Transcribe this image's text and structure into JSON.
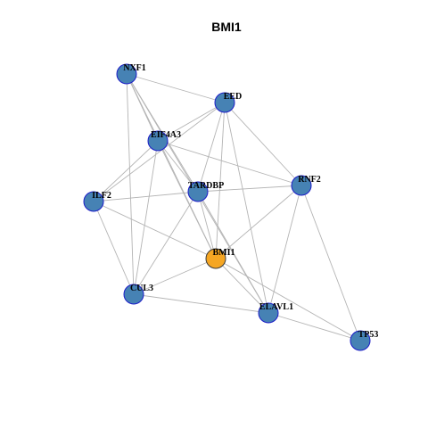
{
  "title": "BMI1",
  "colors": {
    "node_fill": "#4682B4",
    "node_stroke": "#1C1CC8",
    "focus_fill": "#F5A623",
    "focus_stroke": "#3A3A3A",
    "edge": "#B4B4B4"
  },
  "network": {
    "focus": "BMI1",
    "nodes": [
      {
        "id": "NXF1",
        "label": "NXF1"
      },
      {
        "id": "EED",
        "label": "EED"
      },
      {
        "id": "EIF4A3",
        "label": "EIF4A3"
      },
      {
        "id": "RNF2",
        "label": "RNF2"
      },
      {
        "id": "TARDBP",
        "label": "TARDBP"
      },
      {
        "id": "ILF2",
        "label": "ILF2"
      },
      {
        "id": "BMI1",
        "label": "BMI1"
      },
      {
        "id": "CUL3",
        "label": "CUL3"
      },
      {
        "id": "ELAVL1",
        "label": "ELAVL1"
      },
      {
        "id": "TP53",
        "label": "TP53"
      }
    ],
    "edges": [
      [
        "NXF1",
        "EED"
      ],
      [
        "NXF1",
        "EIF4A3"
      ],
      [
        "NXF1",
        "TARDBP"
      ],
      [
        "NXF1",
        "BMI1"
      ],
      [
        "NXF1",
        "CUL3"
      ],
      [
        "NXF1",
        "ELAVL1"
      ],
      [
        "EED",
        "EIF4A3"
      ],
      [
        "EED",
        "ILF2"
      ],
      [
        "EED",
        "TARDBP"
      ],
      [
        "EED",
        "RNF2"
      ],
      [
        "EED",
        "BMI1"
      ],
      [
        "EED",
        "ELAVL1"
      ],
      [
        "EIF4A3",
        "ILF2"
      ],
      [
        "EIF4A3",
        "TARDBP"
      ],
      [
        "EIF4A3",
        "RNF2"
      ],
      [
        "EIF4A3",
        "BMI1"
      ],
      [
        "EIF4A3",
        "CUL3"
      ],
      [
        "TARDBP",
        "ILF2"
      ],
      [
        "TARDBP",
        "RNF2"
      ],
      [
        "TARDBP",
        "BMI1"
      ],
      [
        "TARDBP",
        "CUL3"
      ],
      [
        "TARDBP",
        "ELAVL1"
      ],
      [
        "ILF2",
        "BMI1"
      ],
      [
        "ILF2",
        "CUL3"
      ],
      [
        "RNF2",
        "BMI1"
      ],
      [
        "RNF2",
        "ELAVL1"
      ],
      [
        "RNF2",
        "TP53"
      ],
      [
        "BMI1",
        "CUL3"
      ],
      [
        "BMI1",
        "ELAVL1"
      ],
      [
        "BMI1",
        "TP53"
      ],
      [
        "CUL3",
        "ELAVL1"
      ],
      [
        "ELAVL1",
        "TP53"
      ]
    ]
  }
}
